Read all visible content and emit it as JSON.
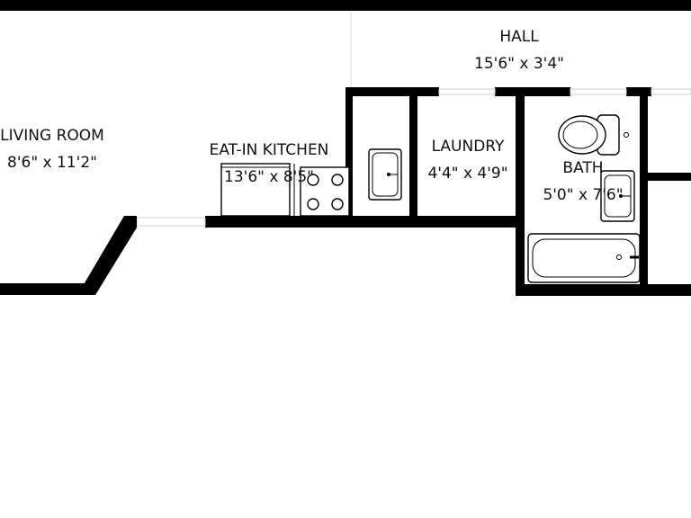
{
  "rooms": {
    "hall": {
      "name": "HALL",
      "size": "15'6\" x 3'4\""
    },
    "living_room": {
      "name": "LIVING ROOM",
      "size": "8'6\" x 11'2\""
    },
    "kitchen": {
      "name": "EAT-IN KITCHEN",
      "size": "13'6\" x 8'5\""
    },
    "laundry": {
      "name": "LAUNDRY",
      "size": "4'4\" x 4'9\""
    },
    "bath": {
      "name": "BATH",
      "size": "5'0\" x 7'6\""
    }
  },
  "colors": {
    "wall": "#000000",
    "background": "#ffffff",
    "text": "#111111"
  },
  "icons": [
    "toilet-icon",
    "bathtub-icon",
    "sink-icon",
    "stove-icon",
    "counter-icon"
  ]
}
